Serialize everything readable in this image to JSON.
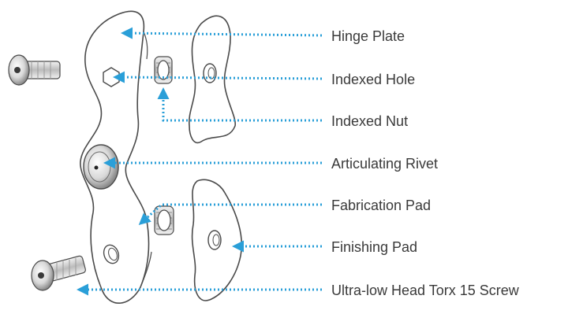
{
  "diagram": {
    "accent_color": "#2a9fd8",
    "outline_color": "#4a4a4a",
    "callouts": [
      {
        "id": "hinge-plate",
        "label": "Hinge Plate"
      },
      {
        "id": "indexed-hole",
        "label": "Indexed Hole"
      },
      {
        "id": "indexed-nut",
        "label": "Indexed Nut"
      },
      {
        "id": "articulating-rivet",
        "label": "Articulating Rivet"
      },
      {
        "id": "fabrication-pad",
        "label": "Fabrication Pad"
      },
      {
        "id": "finishing-pad",
        "label": "Finishing Pad"
      },
      {
        "id": "torx-screw",
        "label": "Ultra-low Head Torx 15 Screw"
      }
    ],
    "parts": [
      "screw-top-icon",
      "screw-bottom-icon",
      "left-hinge-plate",
      "right-hinge-plate",
      "articulating-rivet",
      "indexed-nut-top",
      "indexed-nut-bottom"
    ]
  }
}
